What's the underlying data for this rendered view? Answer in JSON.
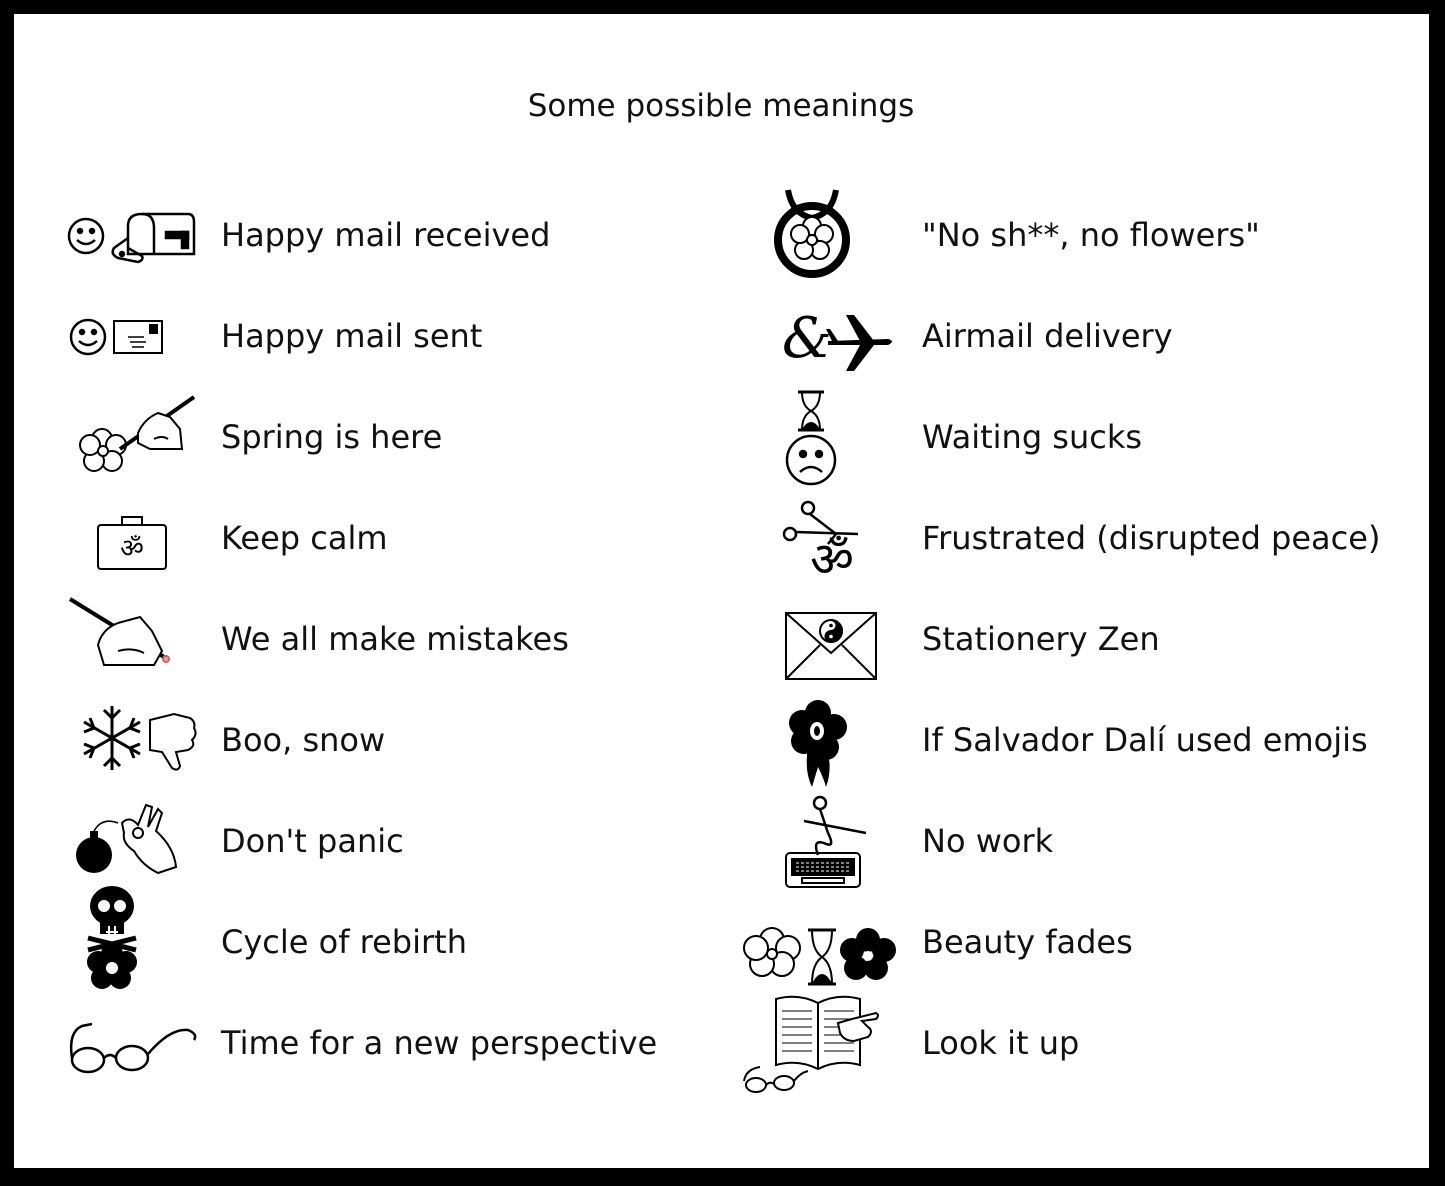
{
  "title": "Some possible meanings",
  "left": [
    {
      "label": "Happy mail received",
      "icons": [
        "smiley-icon",
        "mailbox-icon"
      ]
    },
    {
      "label": "Happy mail sent",
      "icons": [
        "smiley-icon",
        "envelope-icon"
      ]
    },
    {
      "label": "Spring is here",
      "icons": [
        "flower-icon",
        "writing-hand-icon"
      ]
    },
    {
      "label": "Keep calm",
      "icons": [
        "om-briefcase-icon"
      ]
    },
    {
      "label": "We all make mistakes",
      "icons": [
        "writing-hand-eraser-icon"
      ]
    },
    {
      "label": "Boo, snow",
      "icons": [
        "snowflake-icon",
        "thumbs-down-icon"
      ]
    },
    {
      "label": "Don't panic",
      "icons": [
        "bomb-icon",
        "ok-hand-icon"
      ]
    },
    {
      "label": "Cycle of rebirth",
      "icons": [
        "skull-icon",
        "black-flower-icon"
      ]
    },
    {
      "label": "Time for a new perspective",
      "icons": [
        "glasses-icon"
      ]
    }
  ],
  "right": [
    {
      "label": "\"No sh**, no flowers\"",
      "icons": [
        "taurus-flower-icon"
      ]
    },
    {
      "label": "Airmail delivery",
      "icons": [
        "ampersand-icon",
        "airplane-icon"
      ]
    },
    {
      "label": "Waiting sucks",
      "icons": [
        "hourglass-icon",
        "frowning-face-icon"
      ]
    },
    {
      "label": "Frustrated (disrupted peace)",
      "icons": [
        "scissors-icon",
        "om-icon"
      ]
    },
    {
      "label": "Stationery Zen",
      "icons": [
        "yin-yang-envelope-icon"
      ]
    },
    {
      "label": "If Salvador Dalí used emojis",
      "icons": [
        "melting-flower-icon"
      ]
    },
    {
      "label": "No work",
      "icons": [
        "scissors-icon",
        "keyboard-icon"
      ]
    },
    {
      "label": "Beauty fades",
      "icons": [
        "flower-icon",
        "hourglass-icon",
        "black-flower-icon"
      ]
    },
    {
      "label": "Look it up",
      "icons": [
        "open-book-icon",
        "pointing-hand-icon",
        "glasses-icon"
      ]
    }
  ]
}
